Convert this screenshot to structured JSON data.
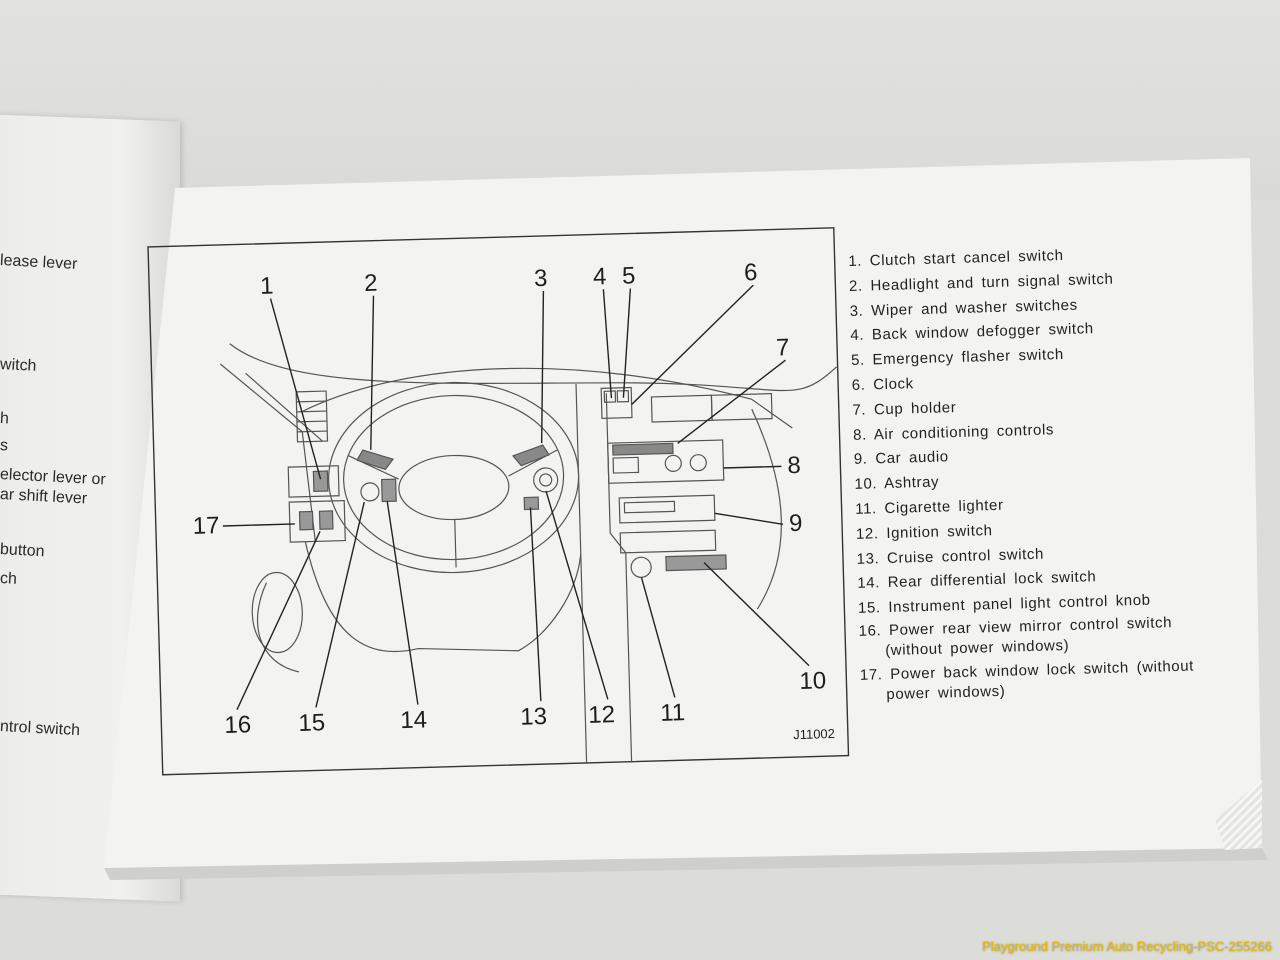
{
  "left_page": {
    "fragments": [
      "lease lever",
      "witch",
      "h",
      "s",
      "elector lever or",
      "ar shift lever",
      "button",
      "ch",
      "ntrol switch"
    ]
  },
  "diagram": {
    "code": "J11002",
    "callouts": [
      "1",
      "2",
      "3",
      "4",
      "5",
      "6",
      "7",
      "8",
      "9",
      "10",
      "11",
      "12",
      "13",
      "14",
      "15",
      "16",
      "17"
    ]
  },
  "legend": {
    "items": [
      "1. Clutch start cancel switch",
      "2. Headlight and turn signal switch",
      "3. Wiper and washer switches",
      "4. Back window defogger switch",
      "5. Emergency flasher switch",
      "6. Clock",
      "7. Cup holder",
      "8. Air conditioning controls",
      "9. Car audio",
      "10. Ashtray",
      "11. Cigarette lighter",
      "12. Ignition switch",
      "13. Cruise control switch",
      "14. Rear differential lock switch",
      "15. Instrument panel light control knob",
      "16. Power rear view mirror control switch",
      "(without power windows)",
      "17. Power back window lock switch (without",
      "power windows)"
    ]
  },
  "watermark": "Playground Premium Auto Recycling-PSC-255266"
}
